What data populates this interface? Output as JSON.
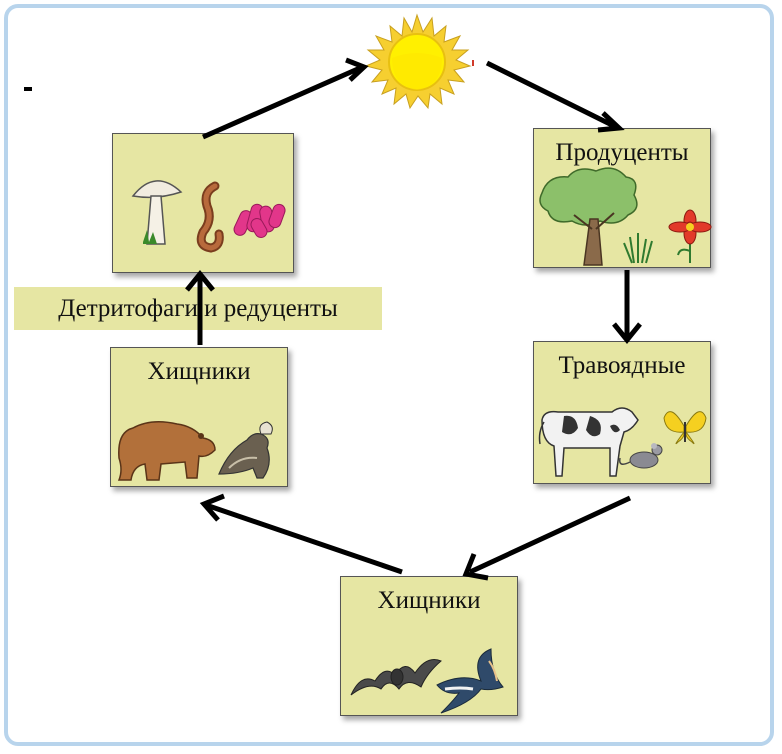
{
  "nodes": {
    "producers": {
      "label": "Продуценты",
      "icons": [
        "tree-icon",
        "grass-icon",
        "flower-icon"
      ]
    },
    "herbivores": {
      "label": "Травоядные",
      "icons": [
        "cow-icon",
        "mouse-icon",
        "butterfly-icon"
      ]
    },
    "predators_bottom": {
      "label": "Хищники",
      "icons": [
        "bat-icon",
        "swallow-icon"
      ]
    },
    "predators_left": {
      "label": "Хищники",
      "icons": [
        "bear-icon",
        "vulture-icon"
      ]
    },
    "decomposers": {
      "label": "Детритофаги и редуценты",
      "icons": [
        "mushroom-icon",
        "earthworm-icon",
        "bacteria-icon"
      ]
    },
    "sun": {
      "icon": "sun-icon"
    }
  },
  "colors": {
    "box_fill": "#e6e6a3",
    "arrow": "#000000",
    "frame": "#b8d4ec",
    "sun": "#ffe600"
  }
}
